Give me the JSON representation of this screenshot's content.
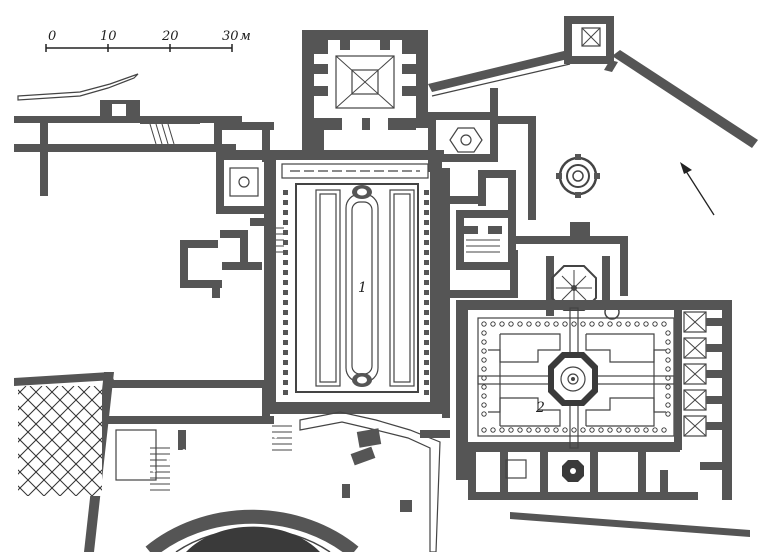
{
  "scale_bar": {
    "ticks": [
      "0",
      "10",
      "20",
      "30"
    ],
    "unit": "м"
  },
  "labels": {
    "court_1": "1",
    "court_2": "2"
  },
  "colors": {
    "wall": "#555555",
    "background": "#ffffff"
  },
  "icons": {
    "north_arrow": "arrow-icon"
  }
}
